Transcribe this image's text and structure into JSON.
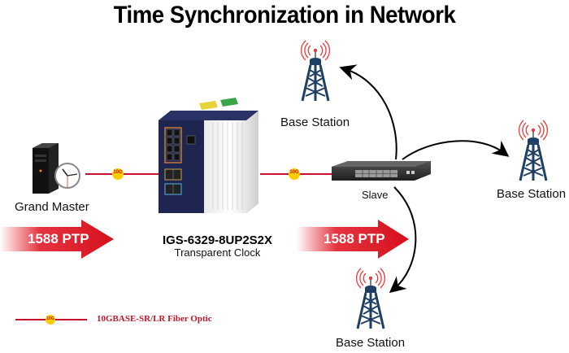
{
  "title": "Time Synchronization in Network",
  "nodes": {
    "grand_master": {
      "label": "Grand Master",
      "icon": "server-clock-icon"
    },
    "switch": {
      "model": "IGS-6329-8UP2S2X",
      "role": "Transparent Clock",
      "icon": "industrial-switch-icon"
    },
    "slave": {
      "label": "Slave",
      "icon": "rack-switch-icon"
    },
    "base_stations": [
      {
        "label": "Base Station",
        "position": "top"
      },
      {
        "label": "Base Station",
        "position": "right"
      },
      {
        "label": "Base Station",
        "position": "bottom"
      }
    ]
  },
  "links": {
    "badge_label": "10G",
    "color": "#c8102e"
  },
  "arrows": [
    {
      "label": "1588 PTP"
    },
    {
      "label": "1588 PTP"
    }
  ],
  "legend": {
    "badge_label": "10G",
    "text": "10GBASE-SR/LR Fiber Optic"
  },
  "colors": {
    "fiber": "#c8102e",
    "badge": "#ffcc00",
    "arrow": "#e0101e",
    "tower": "#1f3f63",
    "signal": "#e83a3a"
  }
}
